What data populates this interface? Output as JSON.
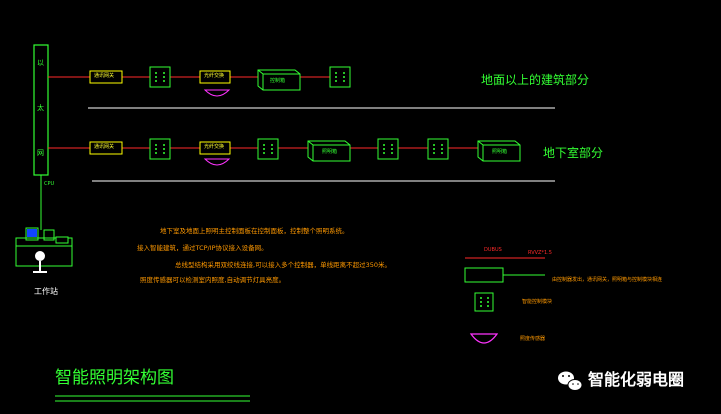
{
  "network_panel": {
    "chars": [
      "以",
      "太",
      "网"
    ],
    "bottom_label": "CPU"
  },
  "row_top": {
    "label": "地面以上的建筑部分",
    "gateway_text": "通讯网关",
    "switch_text": "光纤交换",
    "cabinet_text": "控制箱"
  },
  "row_bottom": {
    "label": "地下室部分",
    "gateway_text": "通讯网关",
    "switch_text": "光纤交换",
    "cabinet_text": "照明箱"
  },
  "notes": [
    "地下室及地面上照明主控制面板在控制面板，控制整个照明系统。",
    "接入智能建筑，通过TCP/IP协议接入设备网。",
    "总线型结构采用双绞线连接,可以接入多个控制器，单线距离不超过350米。",
    "照度传感器可以检测室内照度,自动调节灯具亮度。"
  ],
  "legend": {
    "bus_label": "DUBUS",
    "line_label": "RVVZ*1.5",
    "bus_desc": "由控制器发出，通讯网关，照明箱与控制模块相连",
    "module_desc": "智能控制模块",
    "sensor_desc": "照度传感器"
  },
  "workstation_label": "工作站",
  "diagram_title": "智能照明架构图",
  "watermark": "智能化弱电圈",
  "colors": {
    "background": "#000000",
    "bus_line": "#ff2a2a",
    "device_outline": "#33ff33",
    "gateway_outline": "#ffff00",
    "sensor": "#ff33ff",
    "text_label": "#ffff33",
    "note_text": "#ff9900",
    "title": "#33ff33",
    "divider": "#ffffff"
  }
}
